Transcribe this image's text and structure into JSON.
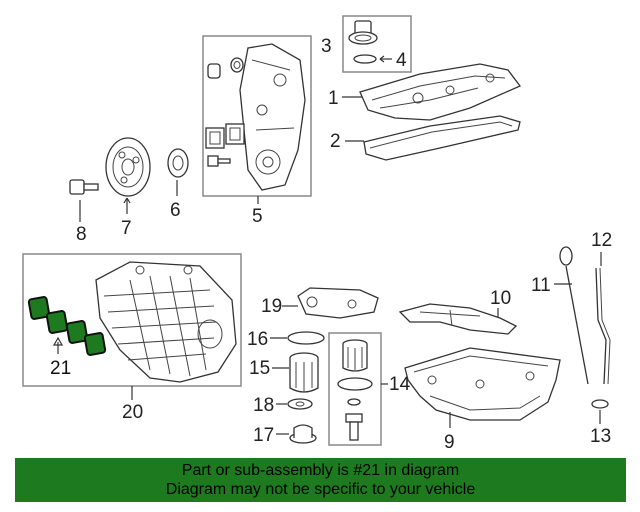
{
  "callouts": {
    "c1": "1",
    "c2": "2",
    "c3": "3",
    "c4": "4",
    "c5": "5",
    "c6": "6",
    "c7": "7",
    "c8": "8",
    "c9": "9",
    "c10": "10",
    "c11": "11",
    "c12": "12",
    "c13": "13",
    "c14": "14",
    "c15": "15",
    "c16": "16",
    "c17": "17",
    "c18": "18",
    "c19": "19",
    "c20": "20",
    "c21": "21"
  },
  "highlight_color": "#1e7a1e",
  "footer": {
    "line1": "Part or sub-assembly is #21 in diagram",
    "line2": "Diagram may not be specific to your vehicle"
  }
}
